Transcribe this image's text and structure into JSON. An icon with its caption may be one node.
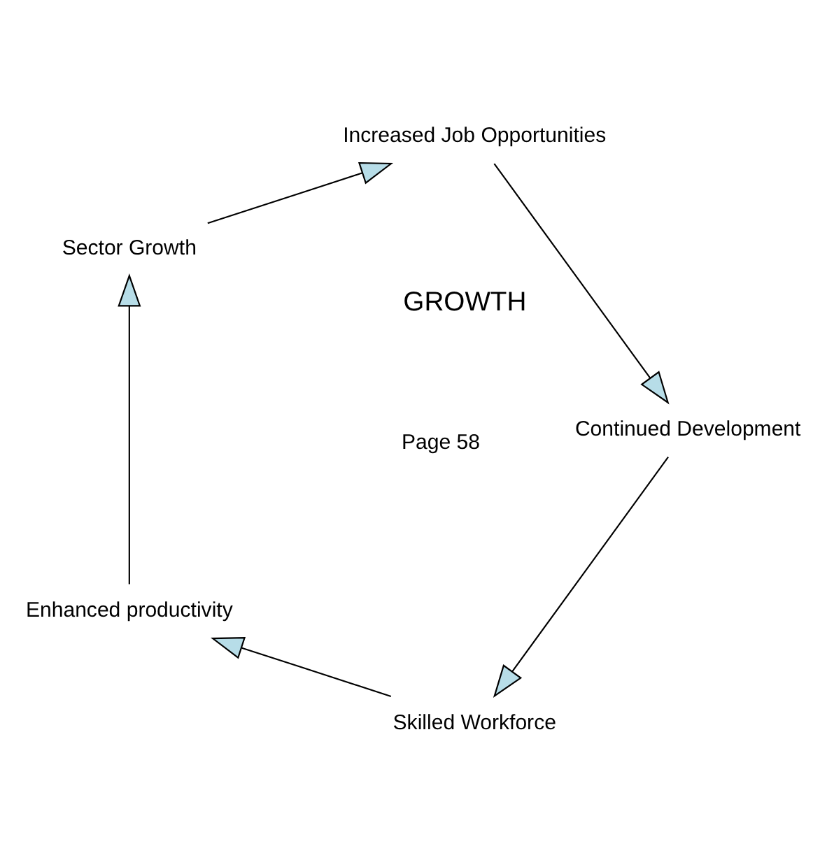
{
  "diagram": {
    "nodes": [
      {
        "text": [
          "Skilled Workforce"
        ]
      },
      {
        "text": [
          "Enhanced productivity"
        ]
      },
      {
        "text": [
          "Sector Growth"
        ]
      },
      {
        "text": [
          "Increased Job Opportunities"
        ]
      },
      {
        "text": [
          "Continued Development"
        ]
      }
    ],
    "edges": [
      {
        "from": 0,
        "to": 1,
        "arrow": "to"
      },
      {
        "from": 1,
        "to": 2,
        "arrow": "to"
      },
      {
        "from": 2,
        "to": 3,
        "arrow": "to"
      },
      {
        "from": 3,
        "to": 4,
        "arrow": "to"
      },
      {
        "from": 4,
        "to": 0,
        "arrow": "to"
      }
    ],
    "labels": [
      "GROWTH",
      "Page 58"
    ]
  }
}
